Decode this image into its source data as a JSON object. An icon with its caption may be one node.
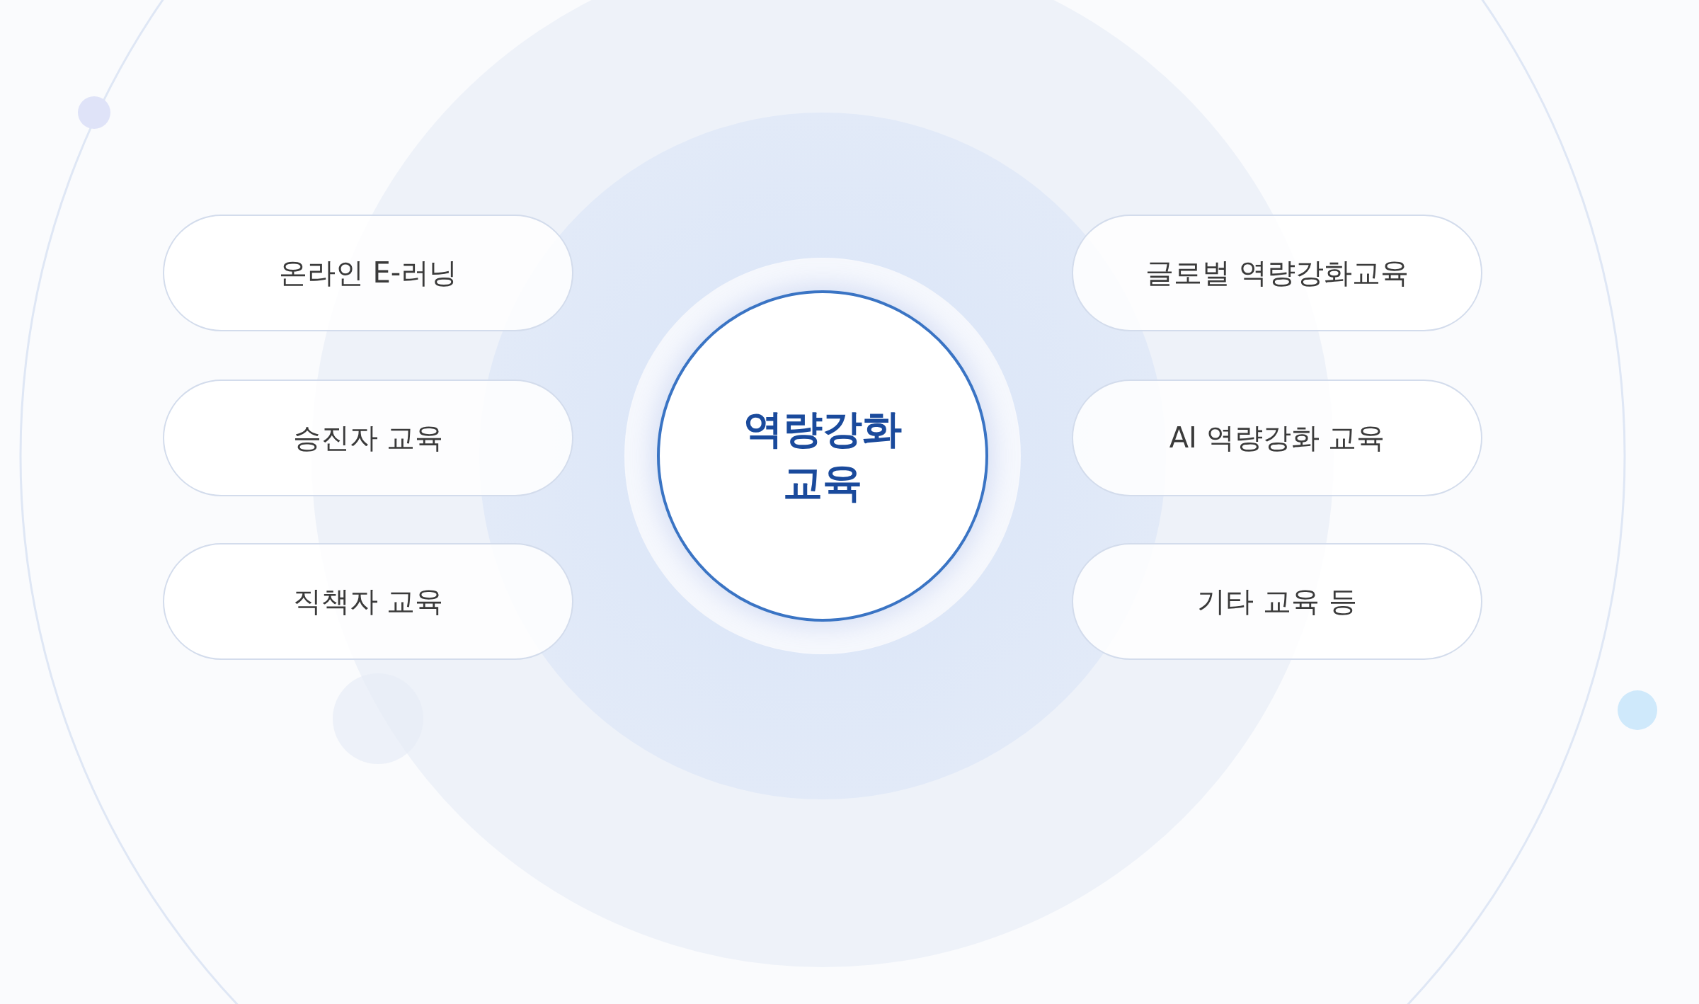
{
  "diagram": {
    "nodes": [
      {
        "text": [
          "온라인 E-러닝"
        ]
      },
      {
        "text": [
          "승진자 교육"
        ]
      },
      {
        "text": [
          "직책자 교육"
        ]
      },
      {
        "text": [
          "역량강화 교육"
        ]
      },
      {
        "text": [
          "글로벌 역량강화교육"
        ]
      },
      {
        "text": [
          "AI 역량강화 교육"
        ]
      },
      {
        "text": [
          "기타 교육 등"
        ]
      }
    ]
  }
}
